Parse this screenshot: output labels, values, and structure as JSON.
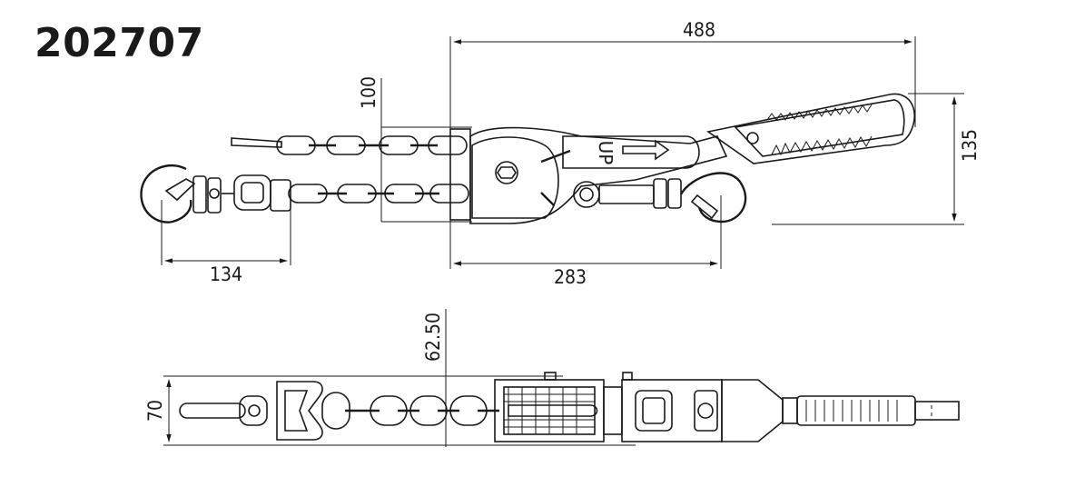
{
  "title": "202707",
  "dimensions": {
    "overall_length": "488",
    "height_offset": "100",
    "body_height": "135",
    "hook_span": "134",
    "body_length": "283",
    "top_offset": "62.50",
    "side_width": "70"
  },
  "labels": {
    "up_marking": "UP"
  }
}
